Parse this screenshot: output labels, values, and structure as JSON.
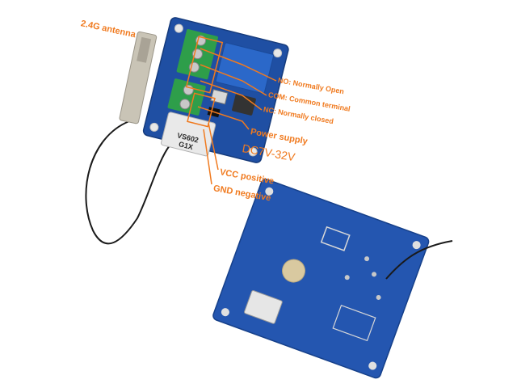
{
  "labels": {
    "antenna": "2.4G antenna",
    "no": "NO: Normally Open",
    "com": "COM: Common terminal",
    "nc": "NC: Normally closed",
    "power_supply": "Power supply",
    "voltage": "DC7V-32V",
    "vcc": "VCC positive",
    "gnd": "GND negative"
  },
  "chip": {
    "line1": "VS602",
    "line2": "G1X"
  },
  "colors": {
    "annotation": "#f07a1f",
    "pcb": "#1f4fa3",
    "pcb_back": "#2456b0",
    "terminal": "#2e9e4a"
  }
}
